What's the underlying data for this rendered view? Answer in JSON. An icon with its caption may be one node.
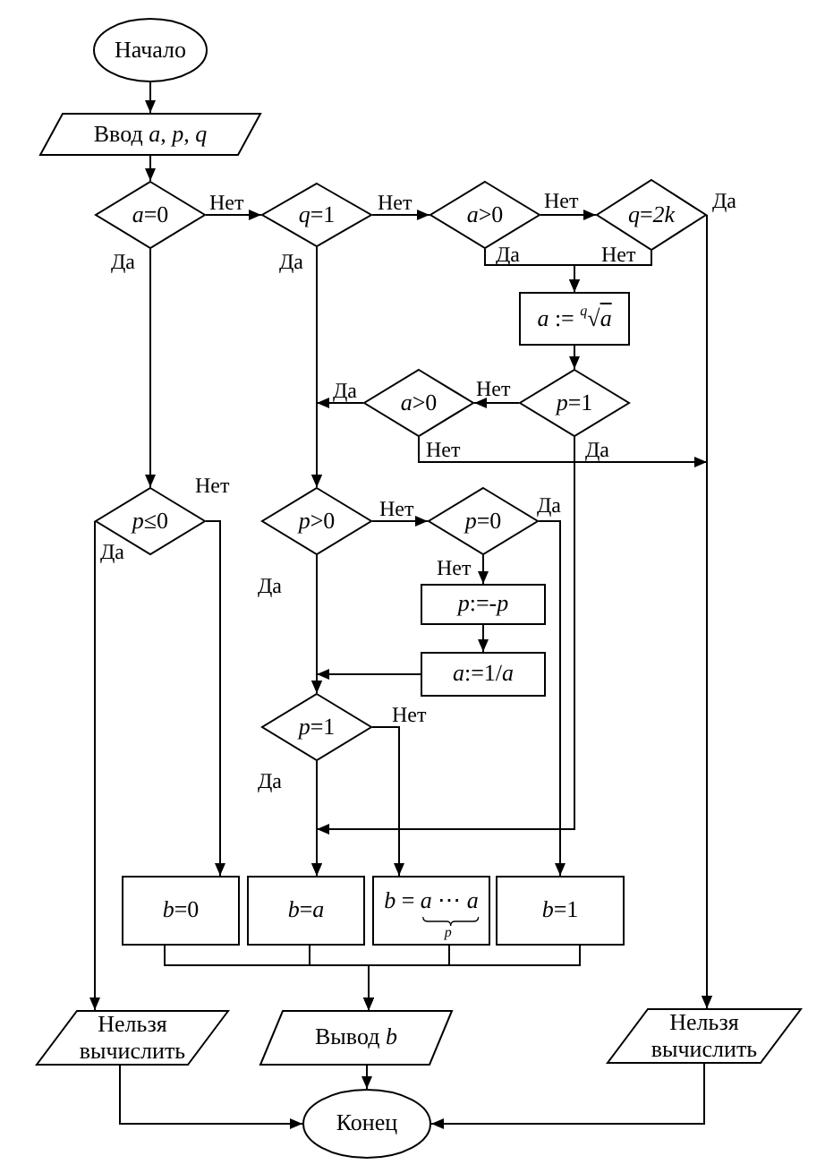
{
  "diagram": {
    "nodes": [
      {
        "text": [
          "Начало"
        ]
      },
      {
        "text": [
          "Ввод *a*, *p*, *q*"
        ]
      },
      {
        "text": [
          "*a*=0"
        ]
      },
      {
        "text": [
          "*q*=1"
        ]
      },
      {
        "text": [
          "*a*>0"
        ]
      },
      {
        "text": [
          "*q*=*2k*"
        ]
      },
      {
        "text": [
          "*a* := $^{q}$√*a*"
        ]
      },
      {
        "text": [
          "*a*>0"
        ]
      },
      {
        "text": [
          "*p*=1"
        ]
      },
      {
        "text": [
          "*p*≤0"
        ]
      },
      {
        "text": [
          "*p*>0"
        ]
      },
      {
        "text": [
          "*p*=0"
        ]
      },
      {
        "text": [
          "*p*:=-*p*"
        ]
      },
      {
        "text": [
          "*a*:=1/*a*"
        ]
      },
      {
        "text": [
          "*p*=1"
        ]
      },
      {
        "text": [
          "*b*=0"
        ]
      },
      {
        "text": [
          "*b*=*a*"
        ]
      },
      {
        "text": [
          "*b* = *a* ⋯ *a*",
          "p"
        ]
      },
      {
        "text": [
          "*b*=1"
        ]
      },
      {
        "text": [
          "Нельзя вычислить"
        ]
      },
      {
        "text": [
          "Вывод *b*"
        ]
      },
      {
        "text": [
          "Нельзя вычислить"
        ]
      },
      {
        "text": [
          "Конец"
        ]
      }
    ],
    "edges": [
      {
        "from": 0,
        "to": 1,
        "arrow": "to"
      },
      {
        "from": 1,
        "to": 2,
        "arrow": "to"
      },
      {
        "from": 2,
        "to": 3,
        "arrow": "to",
        "label": "Нет"
      },
      {
        "from": 3,
        "to": 4,
        "arrow": "to",
        "label": "Нет"
      },
      {
        "from": 4,
        "to": 5,
        "arrow": "to",
        "label": "Нет"
      },
      {
        "from": 5,
        "to": 21,
        "arrow": "to",
        "label": "Да"
      },
      {
        "from": 4,
        "to": 6,
        "arrow": "to",
        "label": "Да"
      },
      {
        "from": 5,
        "to": 6,
        "arrow": "to",
        "label": "Нет"
      },
      {
        "from": 6,
        "to": 8,
        "arrow": "to"
      },
      {
        "from": 8,
        "to": 7,
        "arrow": "to",
        "label": "Нет"
      },
      {
        "from": 7,
        "to": 10,
        "arrow": "to",
        "label": "Да"
      },
      {
        "from": 7,
        "to": 21,
        "arrow": "to",
        "label": "Нет"
      },
      {
        "from": 8,
        "to": 16,
        "arrow": "to",
        "label": "Да"
      },
      {
        "from": 2,
        "to": 9,
        "arrow": "to",
        "label": "Да"
      },
      {
        "from": 3,
        "to": 10,
        "arrow": "to",
        "label": "Да"
      },
      {
        "from": 9,
        "to": 15,
        "arrow": "to",
        "label": "Нет"
      },
      {
        "from": 9,
        "to": 19,
        "arrow": "to",
        "label": "Да"
      },
      {
        "from": 10,
        "to": 11,
        "arrow": "to",
        "label": "Нет"
      },
      {
        "from": 10,
        "to": 14,
        "arrow": "to",
        "label": "Да"
      },
      {
        "from": 11,
        "to": 12,
        "arrow": "to",
        "label": "Нет"
      },
      {
        "from": 11,
        "to": 18,
        "arrow": "to",
        "label": "Да"
      },
      {
        "from": 12,
        "to": 13,
        "arrow": "to"
      },
      {
        "from": 13,
        "to": 14,
        "arrow": "to"
      },
      {
        "from": 14,
        "to": 17,
        "arrow": "to",
        "label": "Нет"
      },
      {
        "from": 14,
        "to": 16,
        "arrow": "to",
        "label": "Да"
      },
      {
        "from": 15,
        "to": 20,
        "arrow": "to"
      },
      {
        "from": 16,
        "to": 20,
        "arrow": "to"
      },
      {
        "from": 17,
        "to": 20,
        "arrow": "to"
      },
      {
        "from": 18,
        "to": 20,
        "arrow": "to"
      },
      {
        "from": 19,
        "to": 22,
        "arrow": "to"
      },
      {
        "from": 20,
        "to": 22,
        "arrow": "to"
      },
      {
        "from": 21,
        "to": 22,
        "arrow": "to"
      }
    ]
  }
}
